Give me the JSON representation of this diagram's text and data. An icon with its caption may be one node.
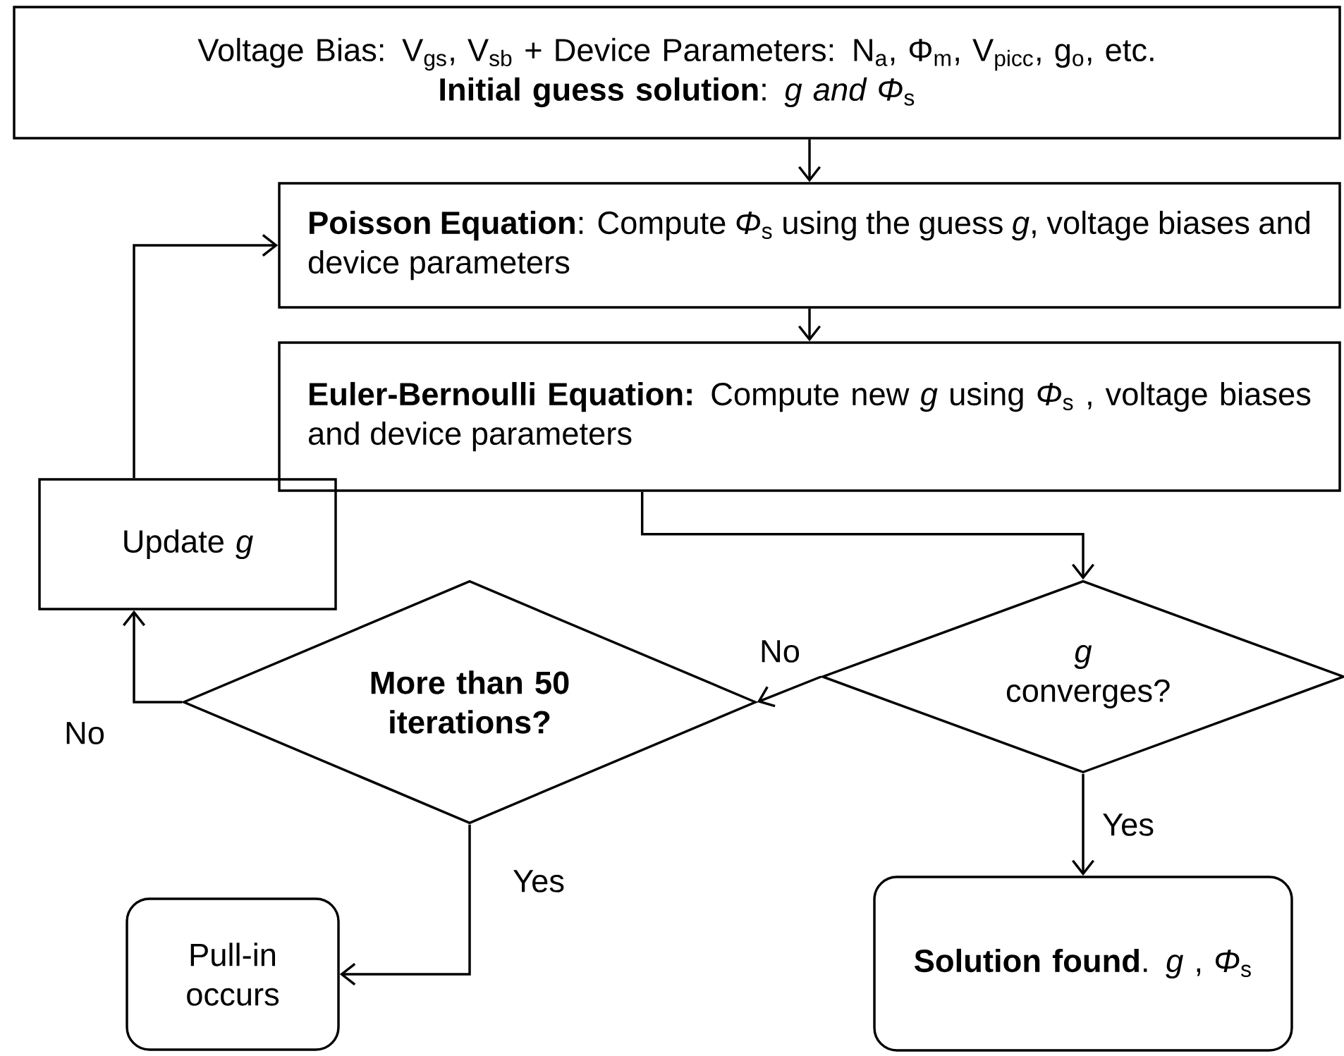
{
  "diagram": {
    "nodes": [
      {
        "text": [
          "Voltage Bias: V$_{gs}$, V$_{sb}$ + Device Parameters: N$_{a}$, Φ$_{m}$, V$_{picc}$, g$_{o}$, etc.",
          "**Initial guess solution**: *g and Φ*$_{s}$"
        ]
      },
      {
        "text": [
          "**Poisson Equation**: Compute *Φ*$_{s}$ using the guess *g*, voltage biases and device parameters"
        ]
      },
      {
        "text": [
          "**Euler-Bernoulli Equation:** Compute new *g* using *Φ*$_{s}$ , voltage biases and device parameters"
        ]
      },
      {
        "text": [
          "Update *g*"
        ]
      },
      {
        "text": [
          "More than 50 iterations?"
        ]
      },
      {
        "text": [
          "*g* converges?"
        ]
      },
      {
        "text": [
          "Pull-in occurs"
        ]
      },
      {
        "text": [
          "**Solution found**. *g* , *Φ*$_{s}$"
        ]
      }
    ],
    "edges": [
      {
        "from": 0,
        "to": 1,
        "arrow": "to"
      },
      {
        "from": 1,
        "to": 2,
        "arrow": "to"
      },
      {
        "from": 2,
        "to": 5,
        "arrow": "to"
      },
      {
        "from": 5,
        "to": 4,
        "arrow": "to",
        "label": "No"
      },
      {
        "from": 5,
        "to": 7,
        "arrow": "to",
        "label": "Yes"
      },
      {
        "from": 4,
        "to": 3,
        "arrow": "to",
        "label": "No"
      },
      {
        "from": 4,
        "to": 6,
        "arrow": "to",
        "label": "Yes"
      },
      {
        "from": 3,
        "to": 1,
        "arrow": "to"
      }
    ]
  }
}
